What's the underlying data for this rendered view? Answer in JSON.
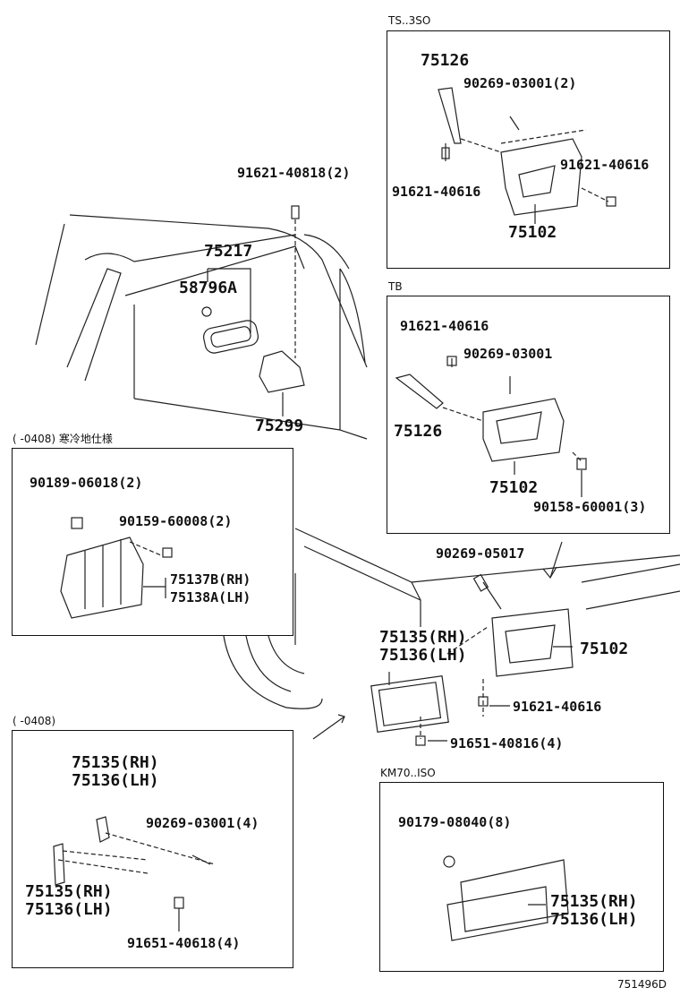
{
  "figure_id": "751496D",
  "variants": {
    "ts3so": "TS..3SO",
    "tb": "TB",
    "cold": "(     -0408) 寒冷地仕様",
    "to0408": "(     -0408)",
    "km70": "KM70..ISO"
  },
  "parts": {
    "p91621_40818": "91621-40818(2)",
    "p75217": "75217",
    "p58796A": "58796A",
    "p75299": "75299",
    "ts_75126": "75126",
    "ts_90269_03001": "90269-03001(2)",
    "ts_91621_40616_r": "91621-40616",
    "ts_91621_40616_l": "91621-40616",
    "ts_75102": "75102",
    "tb_91621_40616": "91621-40616",
    "tb_90269_03001": "90269-03001",
    "tb_75126": "75126",
    "tb_75102": "75102",
    "tb_90158_60001": "90158-60001(3)",
    "cold_90189_06018": "90189-06018(2)",
    "cold_90159_60008": "90159-60008(2)",
    "cold_75137B": "75137B(RH)",
    "cold_75138A": "75138A(LH)",
    "m_90269_05017": "90269-05017",
    "m_75135": "75135(RH)",
    "m_75136": "75136(LH)",
    "m_75102": "75102",
    "m_91621_40616": "91621-40616",
    "m_91651_40816": "91651-40816(4)",
    "b_75135_top": "75135(RH)",
    "b_75136_top": "75136(LH)",
    "b_90269_03001": "90269-03001(4)",
    "b_75135_bot": "75135(RH)",
    "b_75136_bot": "75136(LH)",
    "b_91651_40618": "91651-40618(4)",
    "km_90179_08040": "90179-08040(8)",
    "km_75135": "75135(RH)",
    "km_75136": "75136(LH)"
  }
}
